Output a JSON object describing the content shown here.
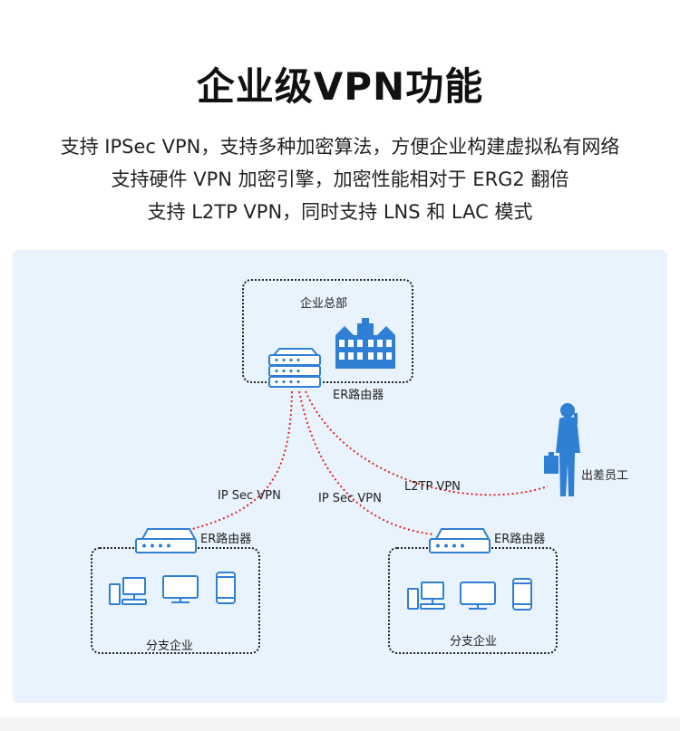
{
  "title": "企业级VPN功能",
  "lines": [
    "支持 IPSec VPN，支持多种加密算法，方便企业构建虚拟私有网络",
    "支持硬件 VPN 加密引擎，加密性能相对于 ERG2 翻倍",
    "支持 L2TP VPN，同时支持 LNS 和 LAC 模式"
  ],
  "diagram": {
    "hq_label": "企业总部",
    "hq_router_label": "ER路由器",
    "left_router_label": "ER路由器",
    "right_router_label": "ER路由器",
    "branch_left_label": "分支企业",
    "branch_right_label": "分支企业",
    "employee_label": "出差员工",
    "link_left_label": "IP Sec VPN",
    "link_mid_label": "IP Sec VPN",
    "link_l2tp_label": "L2TP VPN",
    "colors": {
      "primary": "#2f7fd4",
      "link": "#e02424",
      "panel": "#e9f3fd"
    }
  }
}
